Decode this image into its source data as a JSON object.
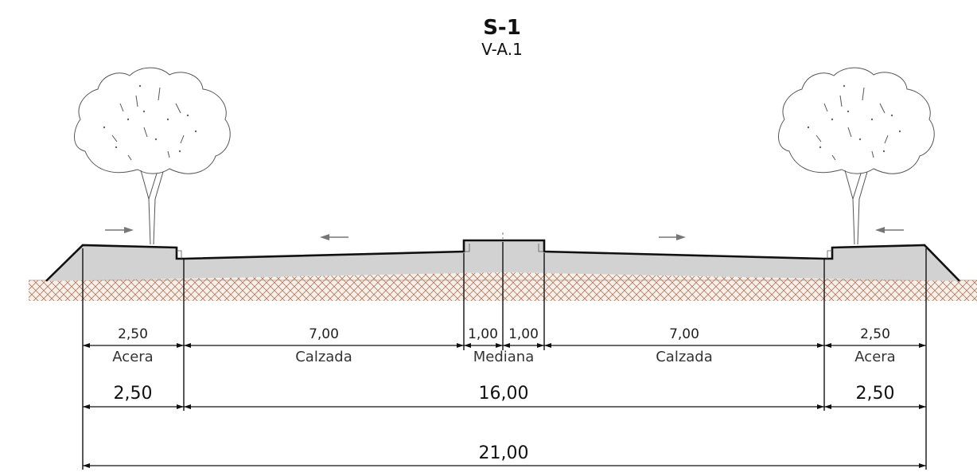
{
  "title": "S-1",
  "subtitle": "V-A.1",
  "segments": [
    {
      "width": "2,50",
      "label": "Acera"
    },
    {
      "width": "7,00",
      "label": "Calzada"
    },
    {
      "width": "1,00",
      "label": ""
    },
    {
      "width": "1,00",
      "label": ""
    },
    {
      "width": "7,00",
      "label": "Calzada"
    },
    {
      "width": "2,50",
      "label": "Acera"
    }
  ],
  "median_label": "Mediana",
  "groups": [
    "2,50",
    "16,00",
    "2,50"
  ],
  "total": "21,00",
  "colors": {
    "pavement": "#d2d2d2",
    "soil_hatch": "#b07a60",
    "lines": "#111111"
  }
}
